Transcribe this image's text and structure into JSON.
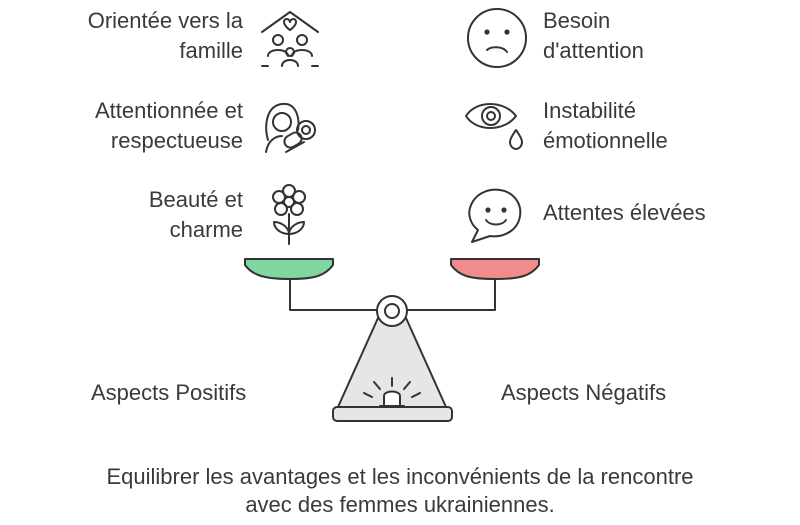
{
  "positive": {
    "title": "Aspects Positifs",
    "color": "#7fd6a0",
    "items": [
      {
        "line1": "Orientée vers la",
        "line2": "famille",
        "icon": "family-house-icon"
      },
      {
        "line1": "Attentionnée et",
        "line2": "respectueuse",
        "icon": "woman-care-icon"
      },
      {
        "line1": "Beauté et",
        "line2": "charme",
        "icon": "flower-icon"
      }
    ]
  },
  "negative": {
    "title": "Aspects Négatifs",
    "color": "#f08c8c",
    "items": [
      {
        "line1": "Besoin",
        "line2": "d'attention",
        "icon": "sad-face-icon"
      },
      {
        "line1": "Instabilité",
        "line2": "émotionnelle",
        "icon": "eye-tear-icon"
      },
      {
        "line1": "Attentes élevées",
        "line2": "",
        "icon": "smile-speech-bubble-icon"
      }
    ]
  },
  "caption": {
    "line1": "Equilibrer les avantages et les inconvénients de la rencontre",
    "line2": "avec des femmes ukrainiennes."
  }
}
